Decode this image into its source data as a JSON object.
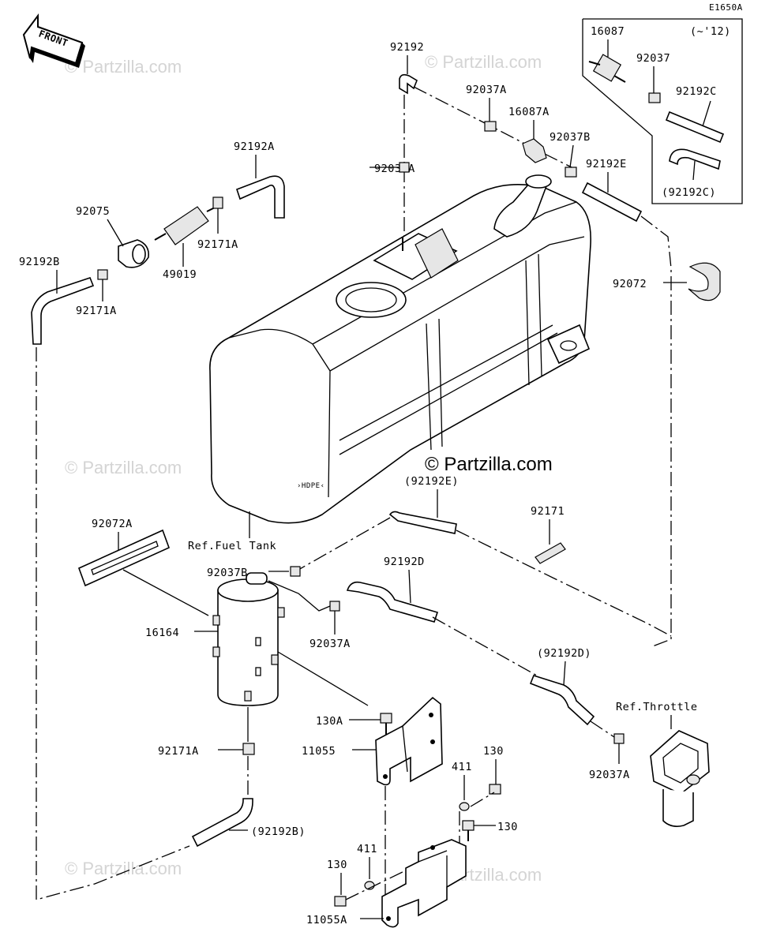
{
  "diagram_id": "E1650A",
  "front_label": "FRONT",
  "watermark": "© Partzilla.com",
  "variant_note": "(~'12)",
  "references": {
    "fuel_tank": "Ref.Fuel Tank",
    "throttle": "Ref.Throttle"
  },
  "labels": {
    "p16087": "16087",
    "p92037": "92037",
    "p92192C": "92192C",
    "p92192C_alt": "(92192C)",
    "p92192": "92192",
    "p92037A_top": "92037A",
    "p16087A": "16087A",
    "p92037B_top": "92037B",
    "p92192E": "92192E",
    "p92192A": "92192A",
    "p92037A_left": "92037A",
    "p92075": "92075",
    "p92171A_filter": "92171A",
    "p49019": "49019",
    "p92192B": "92192B",
    "p92171A_left": "92171A",
    "p92072": "92072",
    "p92192E_alt": "(92192E)",
    "p92171": "92171",
    "p92072A": "92072A",
    "p92037B_lower": "92037B",
    "p92192D": "92192D",
    "p16164": "16164",
    "p92037A_lower": "92037A",
    "p92192D_alt": "(92192D)",
    "p130A": "130A",
    "p11055": "11055",
    "p92171A_lower": "92171A",
    "p130_1": "130",
    "p411_1": "411",
    "p130_2": "130",
    "p92037A_throttle": "92037A",
    "p92192B_alt": "(92192B)",
    "p411_2": "411",
    "p130_3": "130",
    "p11055A": "11055A"
  },
  "colors": {
    "line": "#000000",
    "watermark": "#d4d4d4",
    "background": "#ffffff"
  }
}
